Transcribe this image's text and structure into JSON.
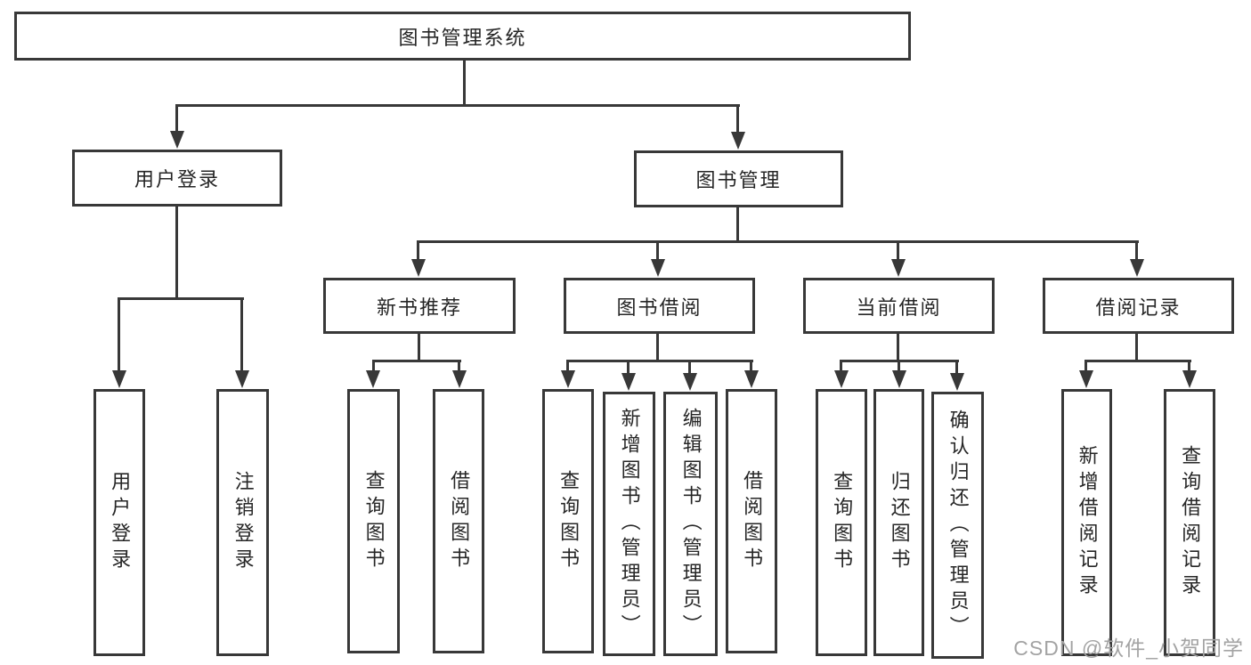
{
  "diagram": {
    "title": "图书管理系统",
    "nodes": [
      {
        "id": "root",
        "label": "图书管理系统"
      },
      {
        "id": "user-login",
        "label": "用户登录"
      },
      {
        "id": "book-mgmt",
        "label": "图书管理"
      },
      {
        "id": "new-book-rec",
        "label": "新书推荐"
      },
      {
        "id": "book-borrow",
        "label": "图书借阅"
      },
      {
        "id": "current-borrow",
        "label": "当前借阅"
      },
      {
        "id": "borrow-records",
        "label": "借阅记录"
      },
      {
        "id": "login",
        "label": "用户登录"
      },
      {
        "id": "logout",
        "label": "注销登录"
      },
      {
        "id": "rec-query-book",
        "label": "查询图书"
      },
      {
        "id": "rec-borrow-book",
        "label": "借阅图书"
      },
      {
        "id": "bb-query-book",
        "label": "查询图书"
      },
      {
        "id": "bb-add-book",
        "label": "新增图书（管理员）"
      },
      {
        "id": "bb-edit-book",
        "label": "编辑图书（管理员）"
      },
      {
        "id": "bb-borrow-book",
        "label": "借阅图书"
      },
      {
        "id": "cb-query-book",
        "label": "查询图书"
      },
      {
        "id": "cb-return-book",
        "label": "归还图书"
      },
      {
        "id": "cb-confirm-return",
        "label": "确认归还（管理员）"
      },
      {
        "id": "br-add-record",
        "label": "新增借阅记录"
      },
      {
        "id": "br-query-record",
        "label": "查询借阅记录"
      }
    ],
    "edges": [
      [
        "root",
        "user-login"
      ],
      [
        "root",
        "book-mgmt"
      ],
      [
        "user-login",
        "login"
      ],
      [
        "user-login",
        "logout"
      ],
      [
        "book-mgmt",
        "new-book-rec"
      ],
      [
        "book-mgmt",
        "book-borrow"
      ],
      [
        "book-mgmt",
        "current-borrow"
      ],
      [
        "book-mgmt",
        "borrow-records"
      ],
      [
        "new-book-rec",
        "rec-query-book"
      ],
      [
        "new-book-rec",
        "rec-borrow-book"
      ],
      [
        "book-borrow",
        "bb-query-book"
      ],
      [
        "book-borrow",
        "bb-add-book"
      ],
      [
        "book-borrow",
        "bb-edit-book"
      ],
      [
        "book-borrow",
        "bb-borrow-book"
      ],
      [
        "current-borrow",
        "cb-query-book"
      ],
      [
        "current-borrow",
        "cb-return-book"
      ],
      [
        "current-borrow",
        "cb-confirm-return"
      ],
      [
        "borrow-records",
        "br-add-record"
      ],
      [
        "borrow-records",
        "br-query-record"
      ]
    ]
  },
  "watermark": {
    "text": "CSDN @软件_小贺同学"
  },
  "colors": {
    "line": "#383838",
    "box_border": "#383838",
    "box_fill": "#ffffff",
    "text": "#262626",
    "watermark": "#a3a3a3"
  }
}
